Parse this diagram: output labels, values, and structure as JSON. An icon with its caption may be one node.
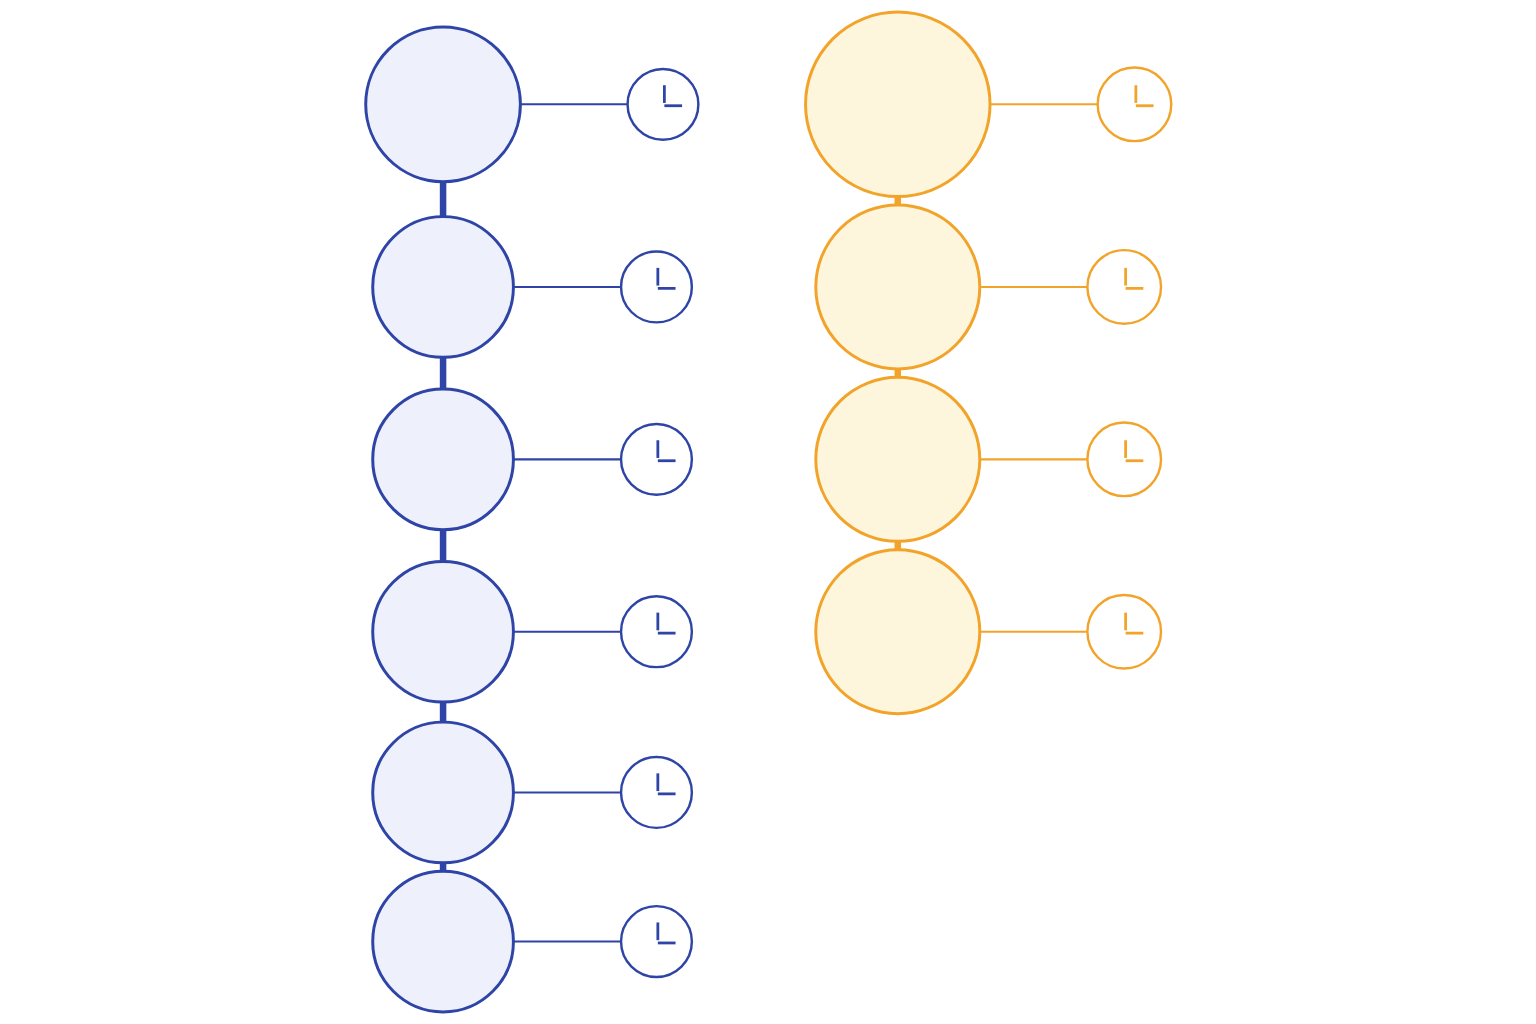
{
  "diagram": {
    "nodes": [
      {
        "text": [],
        "shape": "circle"
      },
      {
        "text": [],
        "shape": "clock"
      },
      {
        "text": [],
        "shape": "circle"
      },
      {
        "text": [],
        "shape": "clock"
      },
      {
        "text": [],
        "shape": "circle"
      },
      {
        "text": [],
        "shape": "clock"
      },
      {
        "text": [],
        "shape": "circle"
      },
      {
        "text": [],
        "shape": "clock"
      },
      {
        "text": [],
        "shape": "circle"
      },
      {
        "text": [],
        "shape": "clock"
      },
      {
        "text": [],
        "shape": "circle"
      },
      {
        "text": [],
        "shape": "clock"
      },
      {
        "text": [],
        "shape": "circle"
      },
      {
        "text": [],
        "shape": "clock"
      },
      {
        "text": [],
        "shape": "circle"
      },
      {
        "text": [],
        "shape": "clock"
      },
      {
        "text": [],
        "shape": "circle"
      },
      {
        "text": [],
        "shape": "clock"
      },
      {
        "text": [],
        "shape": "circle"
      },
      {
        "text": [],
        "shape": "clock"
      }
    ],
    "edges": [
      {
        "from": 0,
        "to": 1,
        "arrow": "none"
      },
      {
        "from": 0,
        "to": 2,
        "arrow": "none",
        "style": "thick"
      },
      {
        "from": 2,
        "to": 3,
        "arrow": "none"
      },
      {
        "from": 2,
        "to": 4,
        "arrow": "none",
        "style": "thick"
      },
      {
        "from": 4,
        "to": 5,
        "arrow": "none"
      },
      {
        "from": 4,
        "to": 6,
        "arrow": "none",
        "style": "thick"
      },
      {
        "from": 6,
        "to": 7,
        "arrow": "none"
      },
      {
        "from": 6,
        "to": 8,
        "arrow": "none",
        "style": "thick"
      },
      {
        "from": 8,
        "to": 9,
        "arrow": "none"
      },
      {
        "from": 8,
        "to": 10,
        "arrow": "none",
        "style": "thick"
      },
      {
        "from": 10,
        "to": 11,
        "arrow": "none"
      },
      {
        "from": 12,
        "to": 13,
        "arrow": "none",
        "color": "#f2a42a"
      },
      {
        "from": 12,
        "to": 14,
        "arrow": "none",
        "style": "thick",
        "color": "#f2a42a"
      },
      {
        "from": 14,
        "to": 15,
        "arrow": "none",
        "color": "#f2a42a"
      },
      {
        "from": 14,
        "to": 16,
        "arrow": "none",
        "style": "thick",
        "color": "#f2a42a"
      },
      {
        "from": 16,
        "to": 17,
        "arrow": "none",
        "color": "#f2a42a"
      },
      {
        "from": 16,
        "to": 18,
        "arrow": "none",
        "style": "thick",
        "color": "#f2a42a"
      },
      {
        "from": 18,
        "to": 19,
        "arrow": "none",
        "color": "#f2a42a"
      }
    ]
  }
}
